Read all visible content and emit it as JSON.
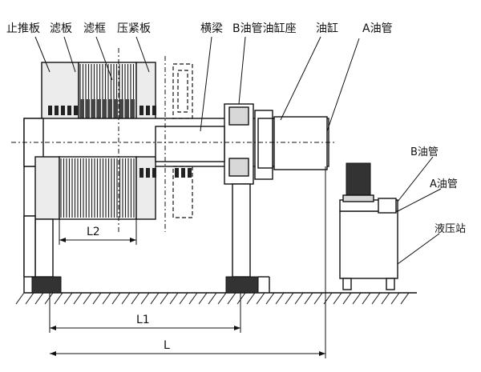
{
  "labels": {
    "stop_plate": "止推板",
    "filter_plate": "滤板",
    "filter_frame": "滤框",
    "press_plate": "压紧板",
    "beam": "横梁",
    "b_pipe_seat": "B油管油缸座",
    "cylinder": "油缸",
    "a_pipe_top": "A油管",
    "b_pipe_right": "B油管",
    "a_pipe_right": "A油管",
    "hydraulic_station": "液压站"
  },
  "dimensions": {
    "l": "L",
    "l1": "L1",
    "l2": "L2"
  }
}
